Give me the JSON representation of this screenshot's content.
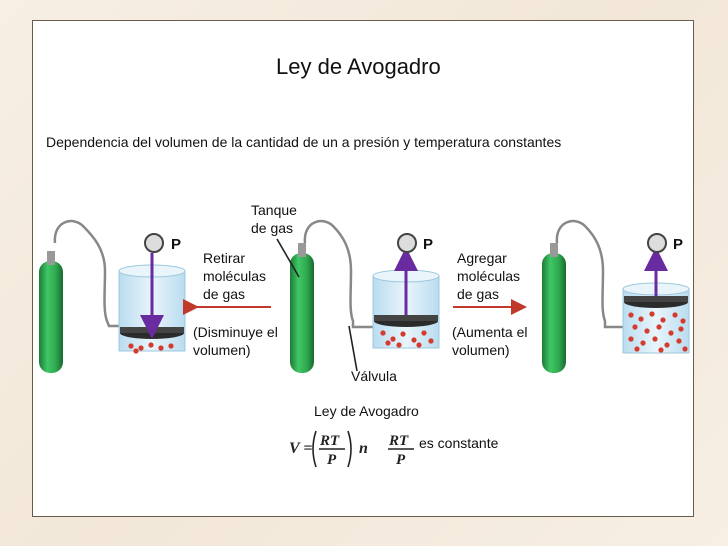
{
  "slide": {
    "title": "Ley de Avogadro",
    "subtitle": "Dependencia del volumen de la cantidad de un  a presión y temperatura constantes"
  },
  "labels": {
    "tank_line1": "Tanque",
    "tank_line2": "de gas",
    "remove_line1": "Retirar",
    "remove_line2": "moléculas",
    "remove_line3": "de gas",
    "decrease_line1": "(Disminuye el",
    "decrease_line2": "volumen)",
    "valve": "Válvula",
    "add_line1": "Agregar",
    "add_line2": "moléculas",
    "add_line3": "de gas",
    "increase_line1": "(Aumenta el",
    "increase_line2": "volumen)"
  },
  "gauge_label": "P",
  "formula": {
    "caption": "Ley de Avogadro",
    "lhs": "V =",
    "frac_num": "RT",
    "frac_den": "P",
    "var": "n",
    "rhs_num": "RT",
    "rhs_den": "P",
    "constant_text": "es constante"
  },
  "colors": {
    "cylinder": "#2fa84f",
    "arrow": "#c0392b",
    "molecule": "#d63a2e",
    "gauge_arrow": "#6a2aa0",
    "container": "#dbeef8"
  }
}
